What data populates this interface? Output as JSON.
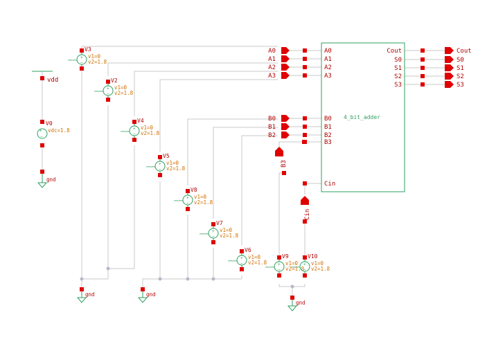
{
  "adder": {
    "name": "4_bit_adder",
    "inputs": [
      "A0",
      "A1",
      "A2",
      "A3",
      "B0",
      "B1",
      "B2",
      "B3",
      "Cin"
    ],
    "outputs": [
      "Cout",
      "S0",
      "S1",
      "S2",
      "S3"
    ]
  },
  "nets": {
    "left_inputs": [
      "A0",
      "A1",
      "A2",
      "A3",
      "B0",
      "B1",
      "B2"
    ],
    "right_outputs": [
      "Cout",
      "S0",
      "S1",
      "S2",
      "S3"
    ],
    "b3_label": "B3",
    "cin_label": "Cin",
    "vdd_label": "vdd",
    "gnd_label": "gnd"
  },
  "supply": {
    "name": "V0",
    "param": "vdc=1.8"
  },
  "sources": [
    {
      "name": "V3",
      "v1": "v1=0",
      "v2": "v2=1.8"
    },
    {
      "name": "V2",
      "v1": "v1=0",
      "v2": "v2=1.8"
    },
    {
      "name": "V4",
      "v1": "v1=0",
      "v2": "v2=1.8"
    },
    {
      "name": "V5",
      "v1": "v1=0",
      "v2": "v2=1.8"
    },
    {
      "name": "V8",
      "v1": "v1=0",
      "v2": "v2=1.8"
    },
    {
      "name": "V7",
      "v1": "v1=0",
      "v2": "v2=1.8"
    },
    {
      "name": "V6",
      "v1": "v1=0",
      "v2": "v2=1.8"
    },
    {
      "name": "V9",
      "v1": "v1=0",
      "v2": "v2=1.8"
    },
    {
      "name": "V10",
      "v1": "v1=0",
      "v2": "v2=1.8"
    }
  ],
  "pulse_glyph": "⎓⎓"
}
